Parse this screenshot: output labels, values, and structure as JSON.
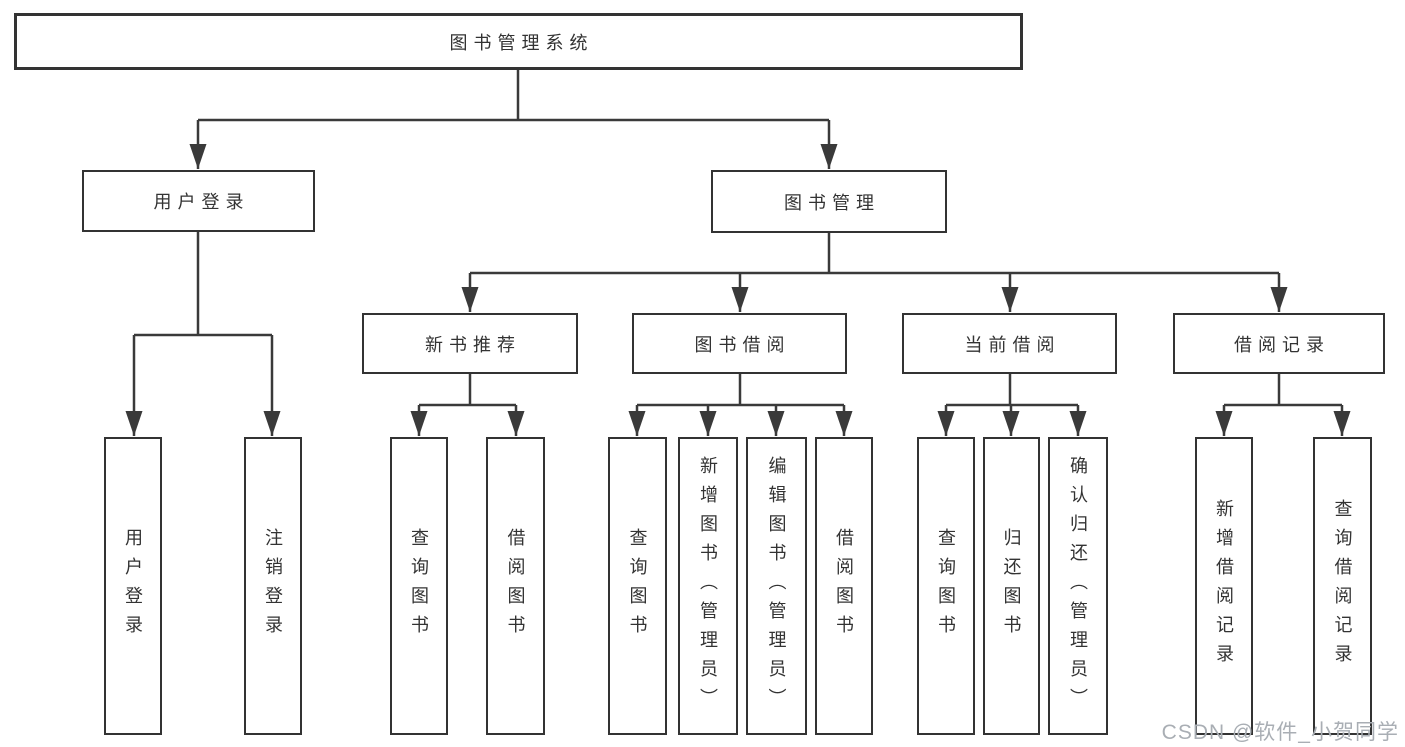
{
  "tree": {
    "label": "图书管理系统",
    "children": [
      {
        "label": "用户登录",
        "children": [
          {
            "label": "用户登录"
          },
          {
            "label": "注销登录"
          }
        ]
      },
      {
        "label": "图书管理",
        "children": [
          {
            "label": "新书推荐",
            "children": [
              {
                "label": "查询图书"
              },
              {
                "label": "借阅图书"
              }
            ]
          },
          {
            "label": "图书借阅",
            "children": [
              {
                "label": "查询图书"
              },
              {
                "label": "新增图书（管理员）"
              },
              {
                "label": "编辑图书（管理员）"
              },
              {
                "label": "借阅图书"
              }
            ]
          },
          {
            "label": "当前借阅",
            "children": [
              {
                "label": "查询图书"
              },
              {
                "label": "归还图书"
              },
              {
                "label": "确认归还（管理员）"
              }
            ]
          },
          {
            "label": "借阅记录",
            "children": [
              {
                "label": "新增借阅记录"
              },
              {
                "label": "查询借阅记录"
              }
            ]
          }
        ]
      }
    ]
  },
  "watermark": "CSDN @软件_小贺同学",
  "colors": {
    "line": "#3a3a3a",
    "box_border": "#333333",
    "text": "#333333",
    "watermark_text": "#a9aeb4"
  }
}
